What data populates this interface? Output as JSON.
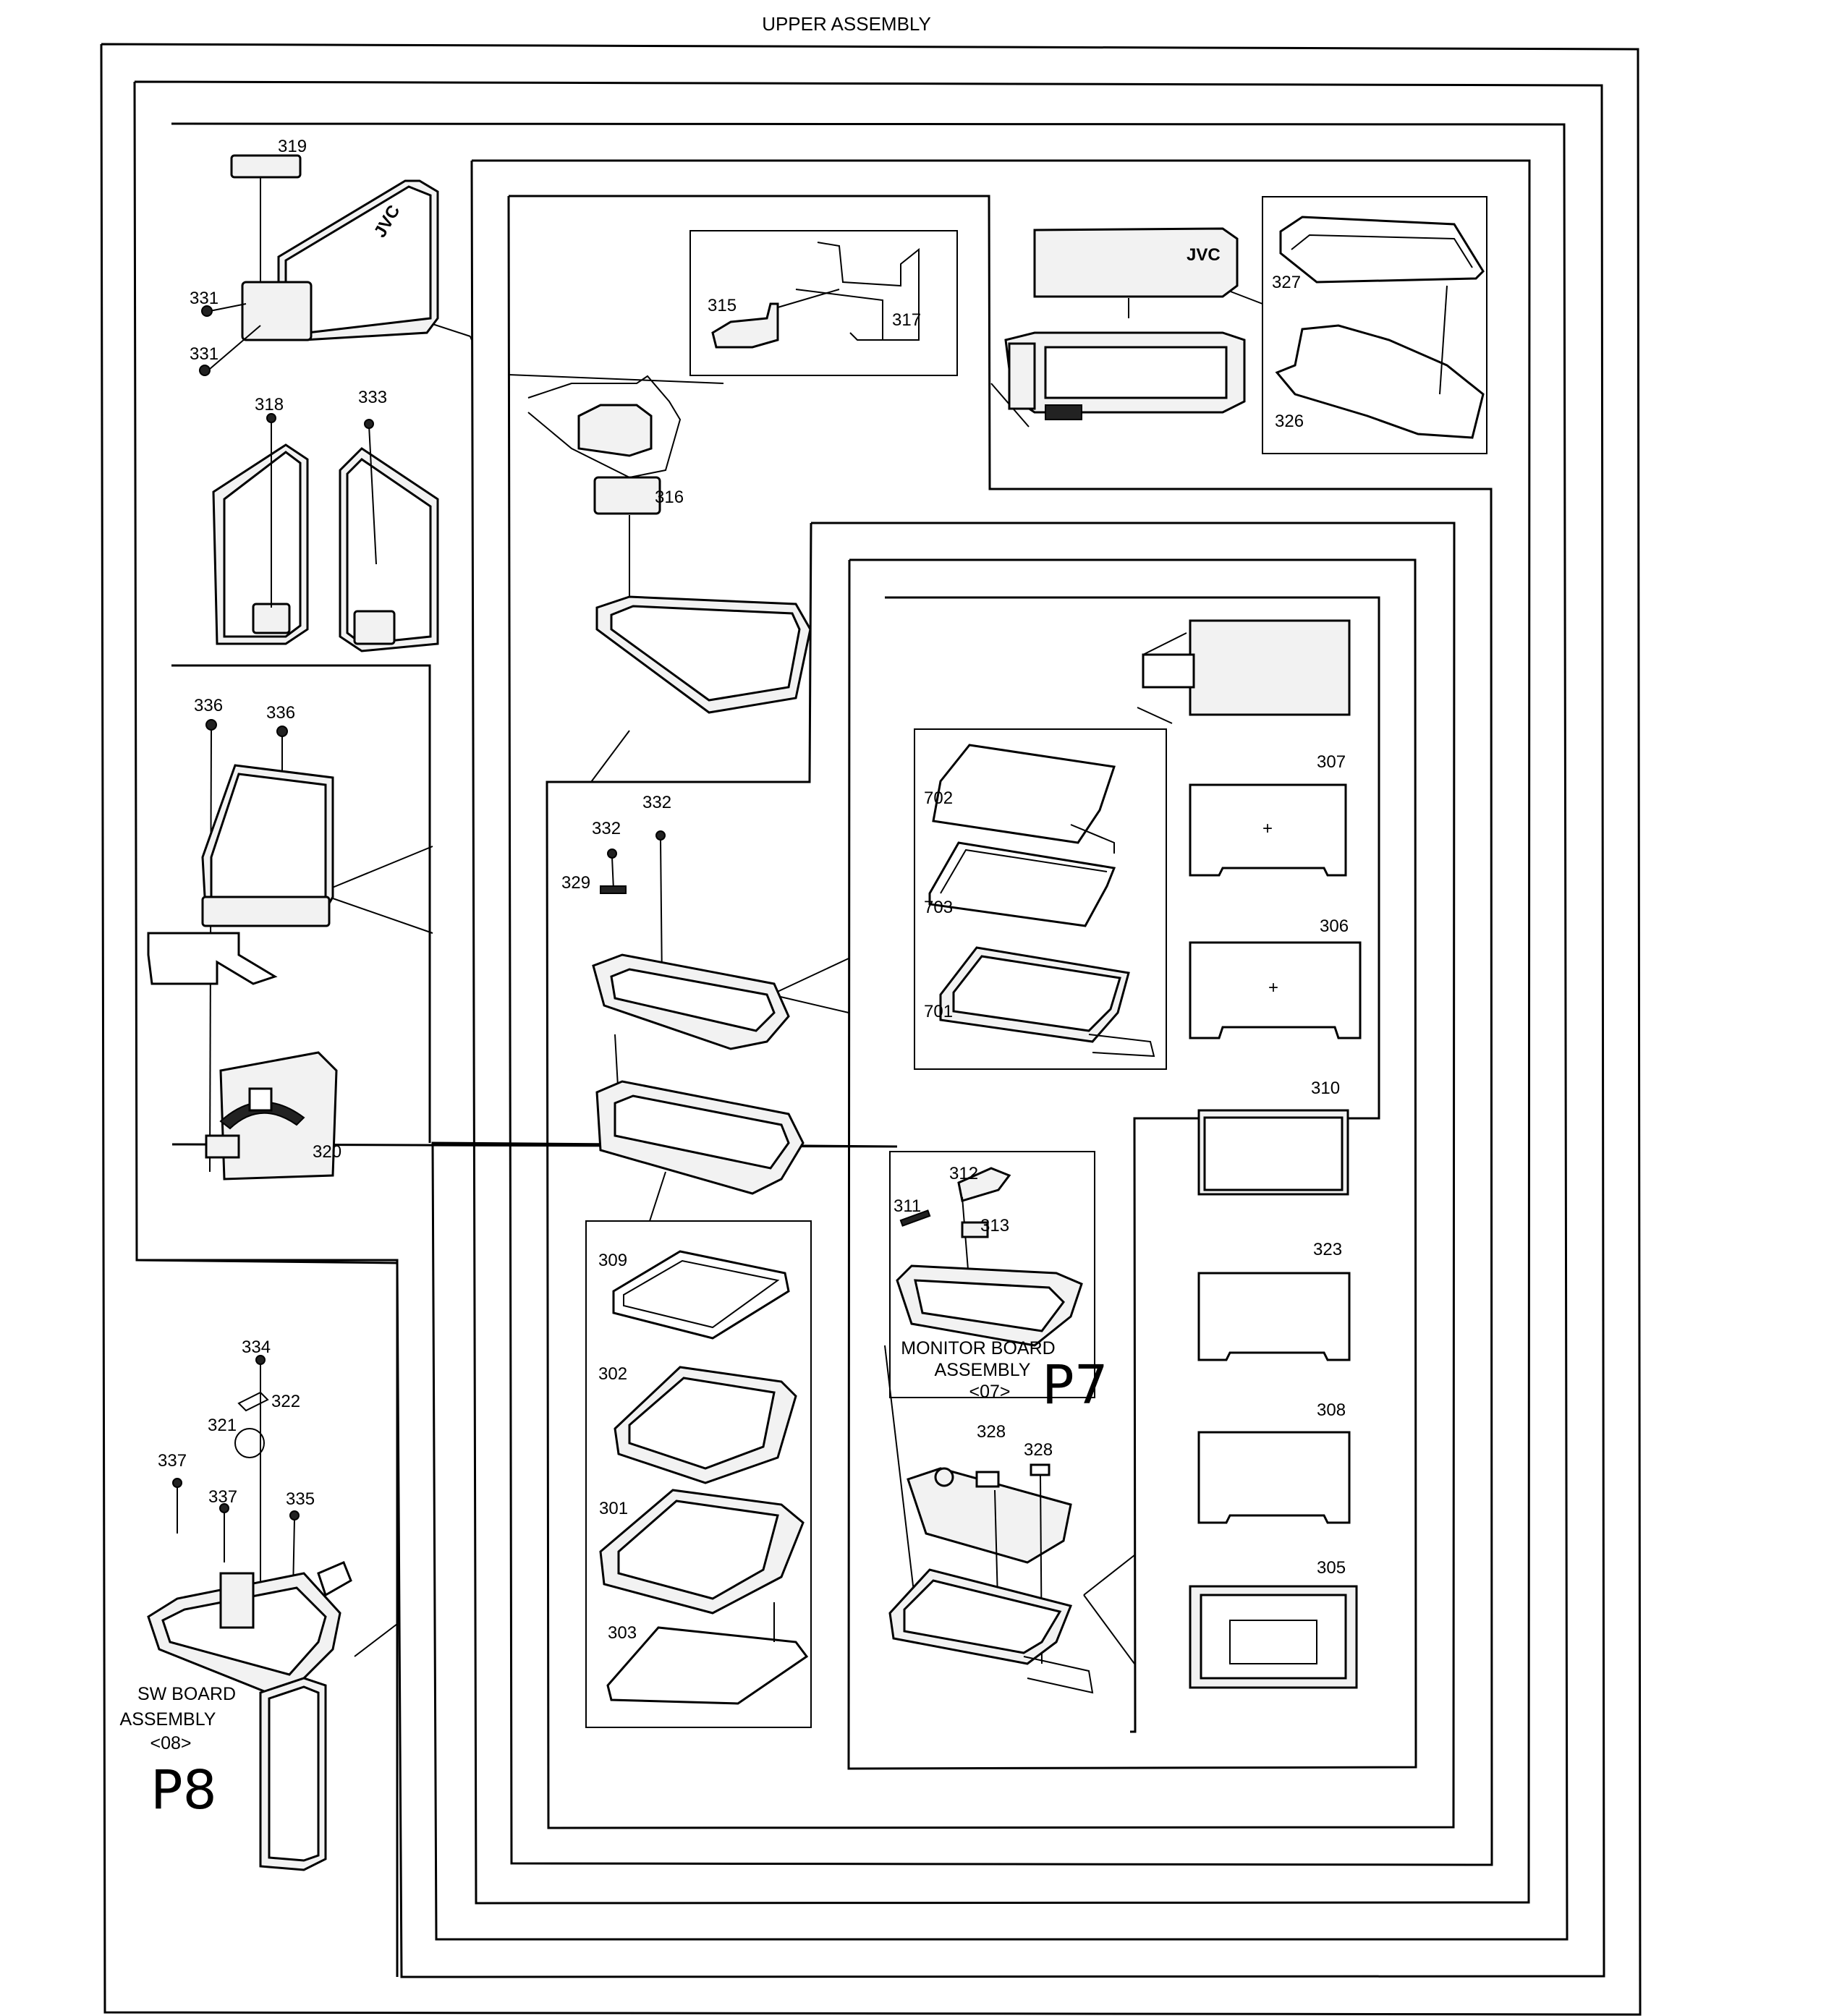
{
  "title": "UPPER ASSEMBLY",
  "part_numbers": {
    "p319": "319",
    "p331a": "331",
    "p331b": "331",
    "p318": "318",
    "p333": "333",
    "p336a": "336",
    "p336b": "336",
    "p320": "320",
    "p315": "315",
    "p317": "317",
    "p316": "316",
    "p327": "327",
    "p326": "326",
    "p332a": "332",
    "p332b": "332",
    "p329": "329",
    "p309": "309",
    "p302": "302",
    "p301": "301",
    "p303": "303",
    "p702": "702",
    "p703": "703",
    "p701": "701",
    "p307": "307",
    "p306": "306",
    "p310": "310",
    "p323": "323",
    "p308": "308",
    "p305": "305",
    "p312": "312",
    "p311": "311",
    "p313": "313",
    "p328a": "328",
    "p328b": "328",
    "p334": "334",
    "p322": "322",
    "p321": "321",
    "p337a": "337",
    "p337b": "337",
    "p335": "335"
  },
  "sub_assemblies": {
    "monitor_board": {
      "line1": "MONITOR BOARD",
      "line2": "ASSEMBLY",
      "code": "<07>",
      "page_note": "P7"
    },
    "sw_board": {
      "line1": "SW BOARD",
      "line2": "ASSEMBLY",
      "code": "<08>",
      "page_note": "P8"
    }
  }
}
